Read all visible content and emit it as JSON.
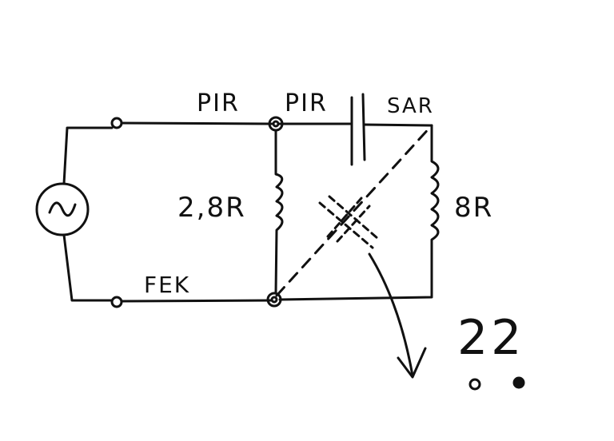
{
  "labels": {
    "node_a_left": "PIR",
    "node_a_right": "PIR",
    "node_top_right": "SAR",
    "resistor_middle": "2,8R",
    "resistor_right": "8R",
    "node_bottom": "FEK",
    "answer_note": "22"
  },
  "icons": {
    "source": "ac-source-icon",
    "capacitor": "capacitor-icon",
    "resistor": "zigzag-resistor-icon"
  },
  "colors": {
    "ink": "#111111",
    "paper": "#ffffff"
  }
}
